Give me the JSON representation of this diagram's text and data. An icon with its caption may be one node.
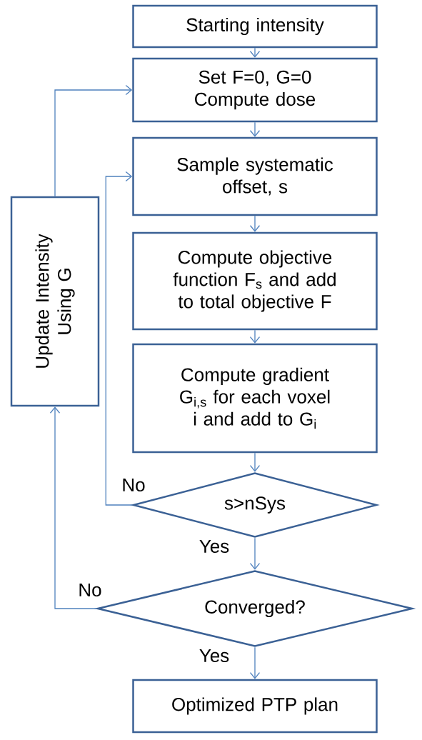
{
  "diagram": {
    "nodes": [
      {
        "text": [
          "Starting intensity"
        ]
      },
      {
        "text": [
          "Set F=0, G=0 Compute dose"
        ]
      },
      {
        "text": [
          "Sample systematic offset, s"
        ]
      },
      {
        "text": [
          "Compute objective function F$_{s}$ and add to total objective F"
        ]
      },
      {
        "text": [
          "Compute gradient G$_{i,s}$ for each voxel i and add to G$_{i}$"
        ]
      },
      {
        "text": [
          "s>nSys"
        ]
      },
      {
        "text": [
          "Converged?"
        ]
      },
      {
        "text": [
          "Optimized PTP plan"
        ]
      },
      {
        "text": [
          "Update Intensity Using  G"
        ]
      }
    ],
    "edges": [
      {
        "from": 0,
        "to": 1,
        "arrow": "to"
      },
      {
        "from": 1,
        "to": 2,
        "arrow": "to"
      },
      {
        "from": 2,
        "to": 3,
        "arrow": "to"
      },
      {
        "from": 3,
        "to": 4,
        "arrow": "to"
      },
      {
        "from": 4,
        "to": 5,
        "arrow": "to"
      },
      {
        "from": 5,
        "to": 2,
        "arrow": "to",
        "label": "No"
      },
      {
        "from": 5,
        "to": 6,
        "arrow": "to",
        "label": "Yes"
      },
      {
        "from": 6,
        "to": 8,
        "arrow": "to",
        "label": "No"
      },
      {
        "from": 8,
        "to": 1,
        "arrow": "to"
      },
      {
        "from": 6,
        "to": 7,
        "arrow": "to",
        "label": "Yes"
      }
    ]
  }
}
